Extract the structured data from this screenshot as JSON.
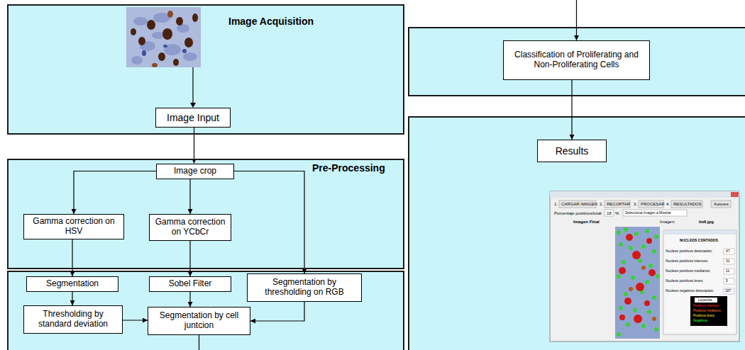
{
  "diagram": {
    "nodes": [
      {
        "text": [
          "Image Acquisition"
        ]
      },
      {
        "text": [
          "Image Input"
        ],
        "in": 0
      },
      {
        "text": [
          "Pre-Processing"
        ]
      },
      {
        "text": [
          "Image crop"
        ],
        "in": 2
      },
      {
        "text": [
          "Gamma correction on HSV"
        ],
        "in": 2
      },
      {
        "text": [
          "Gamma correction on YCbCr"
        ],
        "in": 2
      },
      {
        "text": [
          "Segmentation"
        ]
      },
      {
        "text": [
          "Sobel Filter"
        ]
      },
      {
        "text": [
          "Segmentation by thresholding on RGB"
        ]
      },
      {
        "text": [
          "Thresholding by standard deviation"
        ]
      },
      {
        "text": [
          "Segmentation by cell juntcion"
        ]
      },
      {
        "text": [
          "Classification of Proliferating and Non-Proliferating Cells"
        ]
      },
      {
        "text": [
          "Results"
        ]
      }
    ],
    "edges": [
      {
        "from": 1,
        "to": 3,
        "arrow": "to"
      },
      {
        "from": 3,
        "to": 4,
        "arrow": "to"
      },
      {
        "from": 3,
        "to": 5,
        "arrow": "to"
      },
      {
        "from": 3,
        "to": 8,
        "arrow": "to"
      },
      {
        "from": 4,
        "to": 6,
        "arrow": "to"
      },
      {
        "from": 5,
        "to": 7,
        "arrow": "to"
      },
      {
        "from": 6,
        "to": 9,
        "arrow": "to"
      },
      {
        "from": 9,
        "to": 10,
        "arrow": "to"
      },
      {
        "from": 7,
        "to": 10,
        "arrow": "to"
      },
      {
        "from": 8,
        "to": 10,
        "arrow": "to"
      },
      {
        "from": 10,
        "to": 11,
        "arrow": "to"
      },
      {
        "from": 11,
        "to": 12,
        "arrow": "to"
      }
    ],
    "labels": [
      "1.",
      "CARGAR IMAGEN",
      "2.",
      "RECORTAR",
      "3.",
      "PROCESAR",
      "4.",
      "RESULTADOS",
      "Autores",
      "Porcentaje positivos/total",
      "18",
      "%",
      "Selecciona Imagen a Mostrar",
      "Imagen Final",
      "Imagen:",
      "Im6.jpg",
      "NUCLEOS CONTADOS",
      "Nucleos positivos detectados:",
      "47",
      "Nucleos positivos intensos:",
      "31",
      "Nucleos positivos medianos:",
      "11",
      "Nucleos positivos leves:",
      "5",
      "Nucleos negativos detectados:",
      "187",
      "Leyenda",
      "Positivos intensos",
      "Positivos medianos",
      "Positivos leves",
      "Negativos"
    ]
  }
}
